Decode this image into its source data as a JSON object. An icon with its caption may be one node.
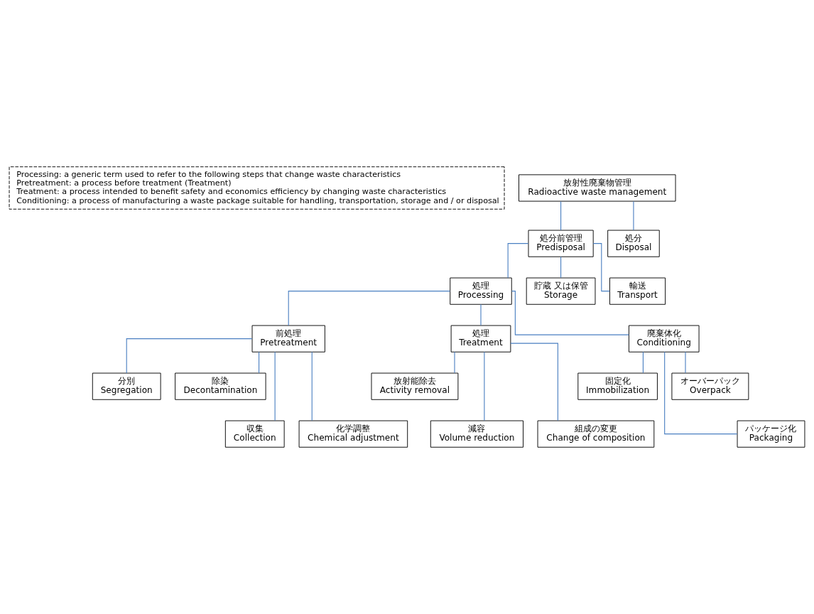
{
  "diagram": {
    "nodes": [
      {
        "text": [
          "Processing: a generic term used to refer to the following steps that change waste characteristics",
          "Pretreatment: a process before treatment (Treatment)",
          "Treatment: a process intended to benefit safety and economics efficiency by changing waste characteristics",
          "Conditioning: a process of manufacturing a waste package suitable for handling, transportation, storage and / or disposal"
        ]
      },
      {
        "text": [
          "放射性廃棄物管理",
          "Radioactive waste management"
        ]
      },
      {
        "text": [
          "処分前管理",
          "Predisposal"
        ]
      },
      {
        "text": [
          "処分",
          "Disposal"
        ]
      },
      {
        "text": [
          "処理",
          "Processing"
        ]
      },
      {
        "text": [
          "貯蔵 又は保管",
          "Storage"
        ]
      },
      {
        "text": [
          "輸送",
          "Transport"
        ]
      },
      {
        "text": [
          "前処理",
          "Pretreatment"
        ]
      },
      {
        "text": [
          "処理",
          "Treatment"
        ]
      },
      {
        "text": [
          "廃棄体化",
          "Conditioning"
        ]
      },
      {
        "text": [
          "分別",
          "Segregation"
        ]
      },
      {
        "text": [
          "除染",
          "Decontamination"
        ]
      },
      {
        "text": [
          "放射能除去",
          "Activity removal"
        ]
      },
      {
        "text": [
          "固定化",
          "Immobilization"
        ]
      },
      {
        "text": [
          "オーバーパック",
          "Overpack"
        ]
      },
      {
        "text": [
          "収集",
          "Collection"
        ]
      },
      {
        "text": [
          "化学調整",
          "Chemical adjustment"
        ]
      },
      {
        "text": [
          "減容",
          "Volume reduction"
        ]
      },
      {
        "text": [
          "組成の変更",
          "Change of composition"
        ]
      },
      {
        "text": [
          "パッケージ化",
          "Packaging"
        ]
      }
    ],
    "edges": [
      {
        "from": 1,
        "to": 2,
        "arrow": "none"
      },
      {
        "from": 1,
        "to": 3,
        "arrow": "none"
      },
      {
        "from": 2,
        "to": 4,
        "arrow": "none"
      },
      {
        "from": 2,
        "to": 5,
        "arrow": "none"
      },
      {
        "from": 2,
        "to": 6,
        "arrow": "none"
      },
      {
        "from": 4,
        "to": 7,
        "arrow": "none"
      },
      {
        "from": 4,
        "to": 8,
        "arrow": "none"
      },
      {
        "from": 4,
        "to": 9,
        "arrow": "none"
      },
      {
        "from": 7,
        "to": 15,
        "arrow": "none"
      },
      {
        "from": 7,
        "to": 10,
        "arrow": "none"
      },
      {
        "from": 7,
        "to": 16,
        "arrow": "none"
      },
      {
        "from": 7,
        "to": 11,
        "arrow": "none"
      },
      {
        "from": 8,
        "to": 17,
        "arrow": "none"
      },
      {
        "from": 8,
        "to": 12,
        "arrow": "none"
      },
      {
        "from": 8,
        "to": 18,
        "arrow": "none"
      },
      {
        "from": 9,
        "to": 13,
        "arrow": "none"
      },
      {
        "from": 9,
        "to": 19,
        "arrow": "none"
      },
      {
        "from": 9,
        "to": 14,
        "arrow": "none"
      }
    ]
  }
}
